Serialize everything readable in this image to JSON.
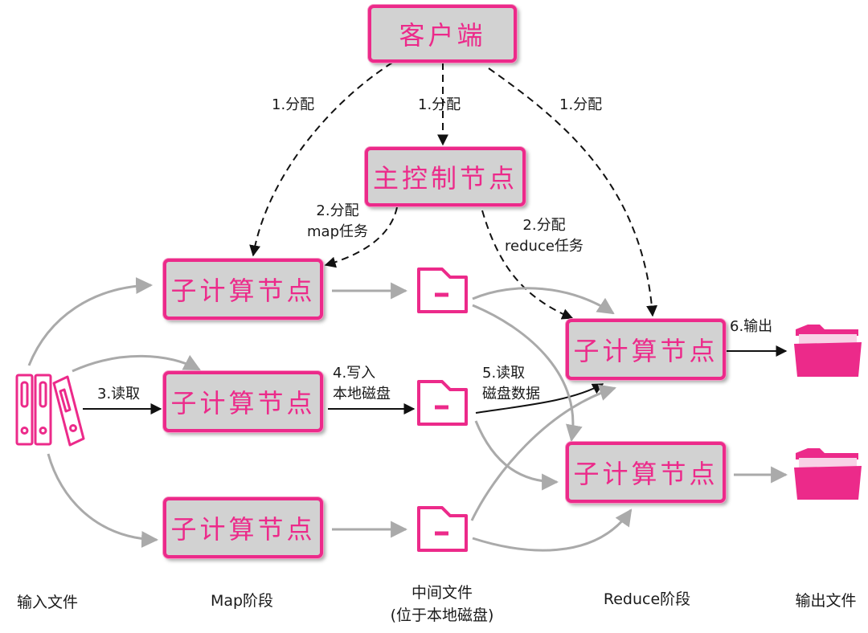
{
  "nodes": {
    "client": "客户端",
    "master": "主控制节点",
    "map_worker_1": "子计算节点",
    "map_worker_2": "子计算节点",
    "map_worker_3": "子计算节点",
    "reduce_worker_1": "子计算节点",
    "reduce_worker_2": "子计算节点"
  },
  "edge_labels": {
    "assign_left": "1.分配",
    "assign_center": "1.分配",
    "assign_right": "1.分配",
    "assign_map": [
      "2.分配",
      "map任务"
    ],
    "assign_reduce": [
      "2.分配",
      "reduce任务"
    ],
    "read": "3.读取",
    "write_local": [
      "4.写入",
      "本地磁盘"
    ],
    "remote_read": [
      "5.读取",
      "磁盘数据"
    ],
    "output": "6.输出"
  },
  "stages": {
    "input": "输入文件",
    "map": "Map阶段",
    "intermediate": [
      "中间文件",
      "(位于本地磁盘)"
    ],
    "reduce": "Reduce阶段",
    "output": "输出文件"
  },
  "colors": {
    "accent": "#ec2a8a",
    "node_fill": "#d2d2d2",
    "gray_arrow": "#aaaaaa",
    "black_arrow": "#111111"
  }
}
